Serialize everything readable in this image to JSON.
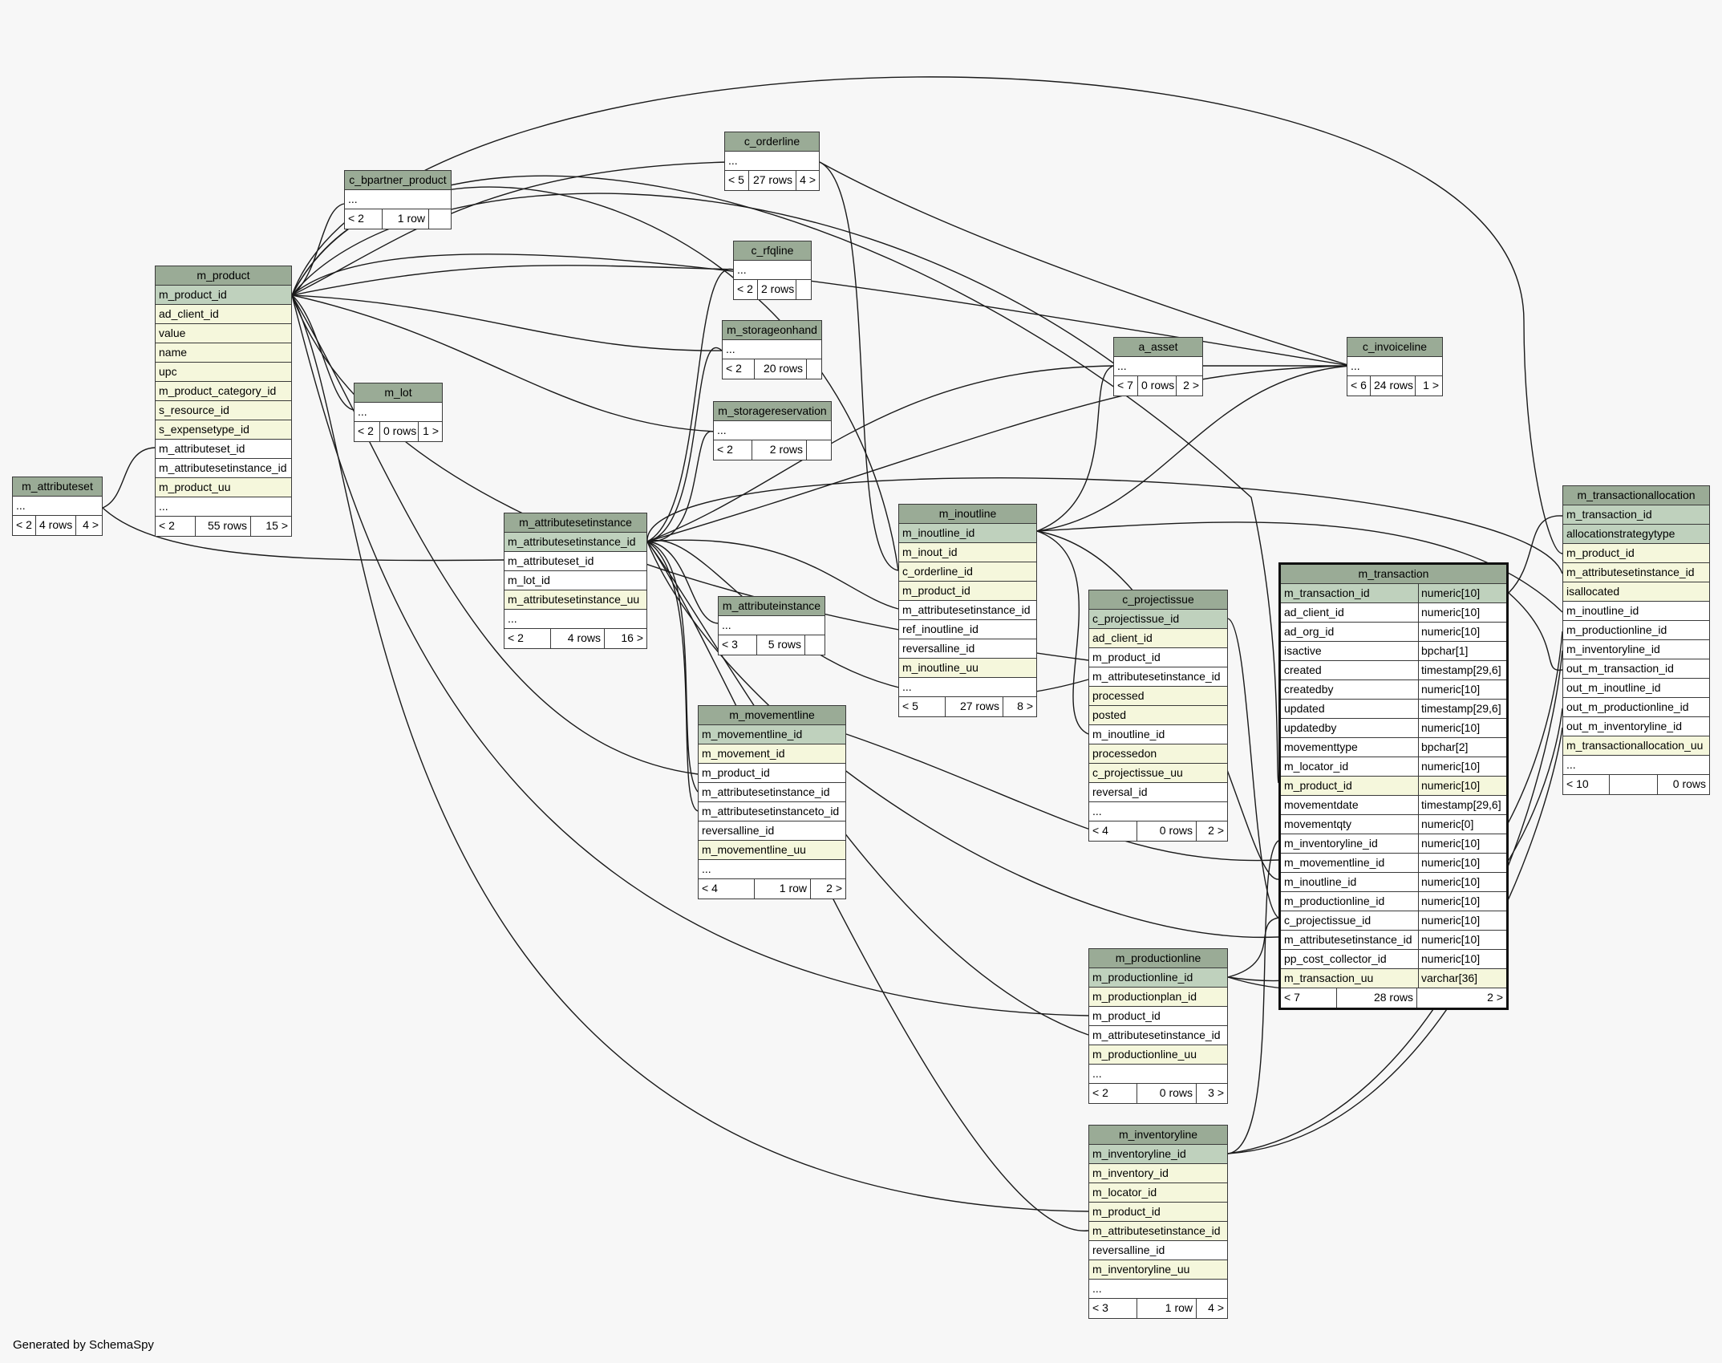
{
  "footer": "Generated by SchemaSpy",
  "colors": {
    "header": "#9aab96",
    "primary_key": "#bfd1bd",
    "foreign_key": "#f5f7dc",
    "line": "#1a1a1a"
  },
  "tables": [
    {
      "id": "m_attributeset",
      "name": "m_attributeset",
      "rows": [
        {
          "t": "..."
        }
      ],
      "footer": [
        "< 2",
        "4 rows",
        "4 >"
      ]
    },
    {
      "id": "m_product",
      "name": "m_product",
      "rows": [
        {
          "t": "m_product_id",
          "k": "pk"
        },
        {
          "t": "ad_client_id",
          "k": "fk"
        },
        {
          "t": "value",
          "k": "fk"
        },
        {
          "t": "name",
          "k": "fk"
        },
        {
          "t": "upc",
          "k": "fk"
        },
        {
          "t": "m_product_category_id",
          "k": "fk"
        },
        {
          "t": "s_resource_id",
          "k": "fk"
        },
        {
          "t": "s_expensetype_id",
          "k": "fk"
        },
        {
          "t": "m_attributeset_id"
        },
        {
          "t": "m_attributesetinstance_id"
        },
        {
          "t": "m_product_uu",
          "k": "fk"
        },
        {
          "t": "..."
        }
      ],
      "footer": [
        "< 2",
        "55 rows",
        "15 >"
      ]
    },
    {
      "id": "c_bpartner_product",
      "name": "c_bpartner_product",
      "rows": [
        {
          "t": "..."
        }
      ],
      "footer": [
        "< 2",
        "1 row",
        ""
      ]
    },
    {
      "id": "m_lot",
      "name": "m_lot",
      "rows": [
        {
          "t": "..."
        }
      ],
      "footer": [
        "< 2",
        "0 rows",
        "1 >"
      ]
    },
    {
      "id": "m_attributesetinstance",
      "name": "m_attributesetinstance",
      "rows": [
        {
          "t": "m_attributesetinstance_id",
          "k": "pk"
        },
        {
          "t": "m_attributeset_id"
        },
        {
          "t": "m_lot_id"
        },
        {
          "t": "m_attributesetinstance_uu",
          "k": "fk"
        },
        {
          "t": "..."
        }
      ],
      "footer": [
        "< 2",
        "4 rows",
        "16 >"
      ]
    },
    {
      "id": "c_orderline",
      "name": "c_orderline",
      "rows": [
        {
          "t": "..."
        }
      ],
      "footer": [
        "< 5",
        "27 rows",
        "4 >"
      ]
    },
    {
      "id": "c_rfqline",
      "name": "c_rfqline",
      "rows": [
        {
          "t": "..."
        }
      ],
      "footer": [
        "< 2",
        "2 rows",
        ""
      ]
    },
    {
      "id": "m_storageonhand",
      "name": "m_storageonhand",
      "rows": [
        {
          "t": "..."
        }
      ],
      "footer": [
        "< 2",
        "20 rows",
        ""
      ]
    },
    {
      "id": "m_storagereservation",
      "name": "m_storagereservation",
      "rows": [
        {
          "t": "..."
        }
      ],
      "footer": [
        "< 2",
        "2 rows",
        ""
      ]
    },
    {
      "id": "m_attributeinstance",
      "name": "m_attributeinstance",
      "rows": [
        {
          "t": "..."
        }
      ],
      "footer": [
        "< 3",
        "5 rows",
        ""
      ]
    },
    {
      "id": "m_movementline",
      "name": "m_movementline",
      "rows": [
        {
          "t": "m_movementline_id",
          "k": "pk"
        },
        {
          "t": "m_movement_id",
          "k": "fk"
        },
        {
          "t": "m_product_id"
        },
        {
          "t": "m_attributesetinstance_id"
        },
        {
          "t": "m_attributesetinstanceto_id"
        },
        {
          "t": "reversalline_id"
        },
        {
          "t": "m_movementline_uu",
          "k": "fk"
        },
        {
          "t": "..."
        }
      ],
      "footer": [
        "< 4",
        "1 row",
        "2 >"
      ]
    },
    {
      "id": "m_inoutline",
      "name": "m_inoutline",
      "rows": [
        {
          "t": "m_inoutline_id",
          "k": "pk"
        },
        {
          "t": "m_inout_id",
          "k": "fk"
        },
        {
          "t": "c_orderline_id",
          "k": "fk"
        },
        {
          "t": "m_product_id",
          "k": "fk"
        },
        {
          "t": "m_attributesetinstance_id"
        },
        {
          "t": "ref_inoutline_id"
        },
        {
          "t": "reversalline_id"
        },
        {
          "t": "m_inoutline_uu",
          "k": "fk"
        },
        {
          "t": "..."
        }
      ],
      "footer": [
        "< 5",
        "27 rows",
        "8 >"
      ]
    },
    {
      "id": "a_asset",
      "name": "a_asset",
      "rows": [
        {
          "t": "..."
        }
      ],
      "footer": [
        "< 7",
        "0 rows",
        "2 >"
      ]
    },
    {
      "id": "c_invoiceline",
      "name": "c_invoiceline",
      "rows": [
        {
          "t": "..."
        }
      ],
      "footer": [
        "< 6",
        "24 rows",
        "1 >"
      ]
    },
    {
      "id": "c_projectissue",
      "name": "c_projectissue",
      "rows": [
        {
          "t": "c_projectissue_id",
          "k": "pk"
        },
        {
          "t": "ad_client_id",
          "k": "fk"
        },
        {
          "t": "m_product_id"
        },
        {
          "t": "m_attributesetinstance_id"
        },
        {
          "t": "processed",
          "k": "fk"
        },
        {
          "t": "posted",
          "k": "fk"
        },
        {
          "t": "m_inoutline_id"
        },
        {
          "t": "processedon",
          "k": "fk"
        },
        {
          "t": "c_projectissue_uu",
          "k": "fk"
        },
        {
          "t": "reversal_id"
        },
        {
          "t": "..."
        }
      ],
      "footer": [
        "< 4",
        "0 rows",
        "2 >"
      ]
    },
    {
      "id": "m_transaction",
      "name": "m_transaction",
      "focus": true,
      "rows": [
        {
          "t": "m_transaction_id",
          "ty": "numeric[10]",
          "k": "pk"
        },
        {
          "t": "ad_client_id",
          "ty": "numeric[10]"
        },
        {
          "t": "ad_org_id",
          "ty": "numeric[10]"
        },
        {
          "t": "isactive",
          "ty": "bpchar[1]"
        },
        {
          "t": "created",
          "ty": "timestamp[29,6]"
        },
        {
          "t": "createdby",
          "ty": "numeric[10]"
        },
        {
          "t": "updated",
          "ty": "timestamp[29,6]"
        },
        {
          "t": "updatedby",
          "ty": "numeric[10]"
        },
        {
          "t": "movementtype",
          "ty": "bpchar[2]"
        },
        {
          "t": "m_locator_id",
          "ty": "numeric[10]"
        },
        {
          "t": "m_product_id",
          "ty": "numeric[10]",
          "k": "fk"
        },
        {
          "t": "movementdate",
          "ty": "timestamp[29,6]"
        },
        {
          "t": "movementqty",
          "ty": "numeric[0]"
        },
        {
          "t": "m_inventoryline_id",
          "ty": "numeric[10]"
        },
        {
          "t": "m_movementline_id",
          "ty": "numeric[10]"
        },
        {
          "t": "m_inoutline_id",
          "ty": "numeric[10]"
        },
        {
          "t": "m_productionline_id",
          "ty": "numeric[10]"
        },
        {
          "t": "c_projectissue_id",
          "ty": "numeric[10]"
        },
        {
          "t": "m_attributesetinstance_id",
          "ty": "numeric[10]"
        },
        {
          "t": "pp_cost_collector_id",
          "ty": "numeric[10]"
        },
        {
          "t": "m_transaction_uu",
          "ty": "varchar[36]",
          "k": "fk"
        }
      ],
      "footer": [
        "< 7",
        "28 rows",
        "2 >"
      ]
    },
    {
      "id": "m_transactionallocation",
      "name": "m_transactionallocation",
      "rows": [
        {
          "t": "m_transaction_id",
          "k": "pk"
        },
        {
          "t": "allocationstrategytype",
          "k": "pk"
        },
        {
          "t": "m_product_id",
          "k": "fk"
        },
        {
          "t": "m_attributesetinstance_id",
          "k": "fk"
        },
        {
          "t": "isallocated",
          "k": "fk"
        },
        {
          "t": "m_inoutline_id"
        },
        {
          "t": "m_productionline_id"
        },
        {
          "t": "m_inventoryline_id"
        },
        {
          "t": "out_m_transaction_id"
        },
        {
          "t": "out_m_inoutline_id"
        },
        {
          "t": "out_m_productionline_id"
        },
        {
          "t": "out_m_inventoryline_id"
        },
        {
          "t": "m_transactionallocation_uu",
          "k": "fk"
        },
        {
          "t": "..."
        }
      ],
      "footer": [
        "< 10",
        "",
        "0 rows"
      ]
    },
    {
      "id": "m_productionline",
      "name": "m_productionline",
      "rows": [
        {
          "t": "m_productionline_id",
          "k": "pk"
        },
        {
          "t": "m_productionplan_id",
          "k": "fk"
        },
        {
          "t": "m_product_id"
        },
        {
          "t": "m_attributesetinstance_id"
        },
        {
          "t": "m_productionline_uu",
          "k": "fk"
        },
        {
          "t": "..."
        }
      ],
      "footer": [
        "< 2",
        "0 rows",
        "3 >"
      ]
    },
    {
      "id": "m_inventoryline",
      "name": "m_inventoryline",
      "rows": [
        {
          "t": "m_inventoryline_id",
          "k": "pk"
        },
        {
          "t": "m_inventory_id",
          "k": "fk"
        },
        {
          "t": "m_locator_id",
          "k": "fk"
        },
        {
          "t": "m_product_id",
          "k": "fk"
        },
        {
          "t": "m_attributesetinstance_id",
          "k": "fk"
        },
        {
          "t": "reversalline_id"
        },
        {
          "t": "m_inventoryline_uu",
          "k": "fk"
        },
        {
          "t": "..."
        }
      ],
      "footer": [
        "< 3",
        "1 row",
        "4 >"
      ]
    }
  ]
}
